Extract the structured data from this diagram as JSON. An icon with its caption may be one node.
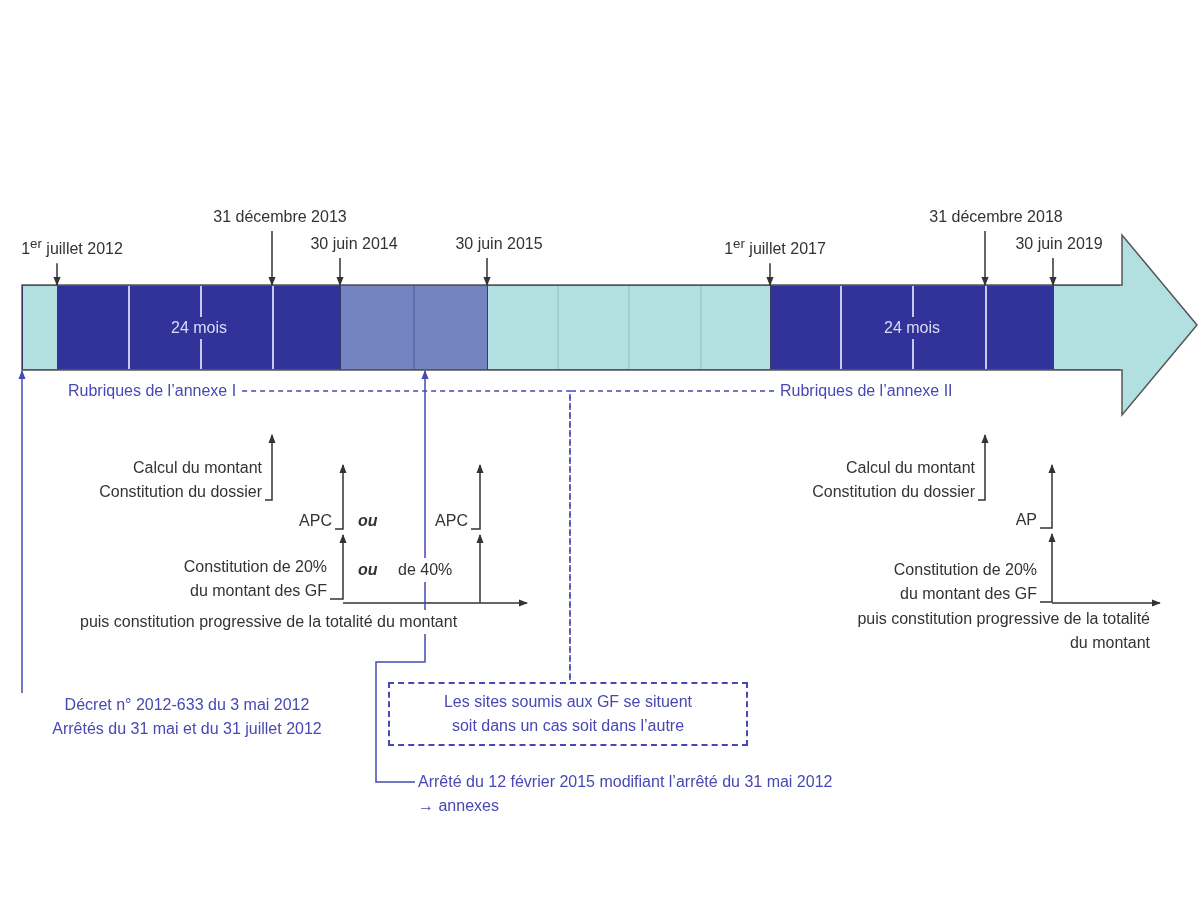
{
  "diagram": {
    "nodes": [
      {
        "text": [
          "1$^{er}$ juillet 2012"
        ]
      },
      {
        "text": [
          "31 décembre 2013"
        ]
      },
      {
        "text": [
          "30 juin 2014"
        ]
      },
      {
        "text": [
          "30 juin 2015"
        ]
      },
      {
        "text": [
          "1$^{er}$ juillet 2017"
        ]
      },
      {
        "text": [
          "31 décembre 2018"
        ]
      },
      {
        "text": [
          "30 juin 2019"
        ]
      },
      {
        "text": [],
        "shape": "arrow"
      },
      {
        "text": [],
        "shape": "bar",
        "in": 7
      },
      {
        "text": [
          "24 mois"
        ],
        "in": 7
      },
      {
        "text": [],
        "shape": "bar",
        "in": 7
      },
      {
        "text": [],
        "shape": "bar",
        "in": 7
      },
      {
        "text": [
          "24 mois"
        ],
        "in": 7
      },
      {
        "text": [],
        "shape": "bar",
        "in": 7
      },
      {
        "text": [
          "Rubriques de l’annexe I"
        ]
      },
      {
        "text": [
          "Rubriques de l’annexe II"
        ]
      },
      {
        "text": [
          "Calcul du montant",
          "Constitution du dossier"
        ]
      },
      {
        "text": [
          "APC"
        ]
      },
      {
        "text": [
          "APC"
        ]
      },
      {
        "text": [
          "Constitution de 20% du montant des GF"
        ]
      },
      {
        "text": [
          "Calcul du montant",
          "Constitution du dossier"
        ]
      },
      {
        "text": [
          "AP"
        ]
      },
      {
        "text": [
          "Constitution de 20% du montant des GF"
        ]
      },
      {
        "text": [
          "Décret n° 2012-633 du 3 mai 2012",
          "Arrêtés du 31 mai et du 31 juillet 2012"
        ]
      },
      {
        "text": [
          "Les sites soumis aux GF se situent soit dans un cas soit dans l’autre"
        ]
      },
      {
        "text": [
          "Arrêté du 12 février 2015 modifiant l’arrêté du 31 mai 2012",
          "→ annexes"
        ]
      }
    ],
    "edges": [
      {
        "from": 0,
        "to": 9,
        "arrow": "to"
      },
      {
        "from": 1,
        "to": 9,
        "arrow": "to"
      },
      {
        "from": 2,
        "to": 10,
        "arrow": "to"
      },
      {
        "from": 3,
        "to": 10,
        "arrow": "to"
      },
      {
        "from": 4,
        "to": 12,
        "arrow": "to"
      },
      {
        "from": 5,
        "to": 12,
        "arrow": "to"
      },
      {
        "from": 6,
        "to": 13,
        "arrow": "to"
      },
      {
        "from": 16,
        "to": null,
        "arrow": "to"
      },
      {
        "from": 17,
        "to": null,
        "arrow": "to"
      },
      {
        "from": 18,
        "to": null,
        "arrow": "to"
      },
      {
        "from": 19,
        "to": 17,
        "arrow": "to"
      },
      {
        "from": null,
        "to": 18,
        "arrow": "to"
      },
      {
        "from": 20,
        "to": null,
        "arrow": "to"
      },
      {
        "from": 21,
        "to": null,
        "arrow": "to"
      },
      {
        "from": 22,
        "to": 21,
        "arrow": "to"
      },
      {
        "from": 23,
        "to": 8,
        "arrow": "to",
        "color": "#4848b4"
      },
      {
        "from": 25,
        "to": 10,
        "arrow": "to",
        "color": "#4848b4"
      },
      {
        "from": 14,
        "to": 24,
        "arrow": "none",
        "style": "dashed",
        "color": "#4848b4"
      },
      {
        "from": 15,
        "to": 24,
        "arrow": "none",
        "style": "dashed",
        "color": "#4848b4"
      }
    ],
    "labels": [
      "ou",
      "ou",
      "de 40%",
      "puis constitution progressive de la totalité du montant",
      "puis constitution progressive de la totalité du montant"
    ]
  }
}
